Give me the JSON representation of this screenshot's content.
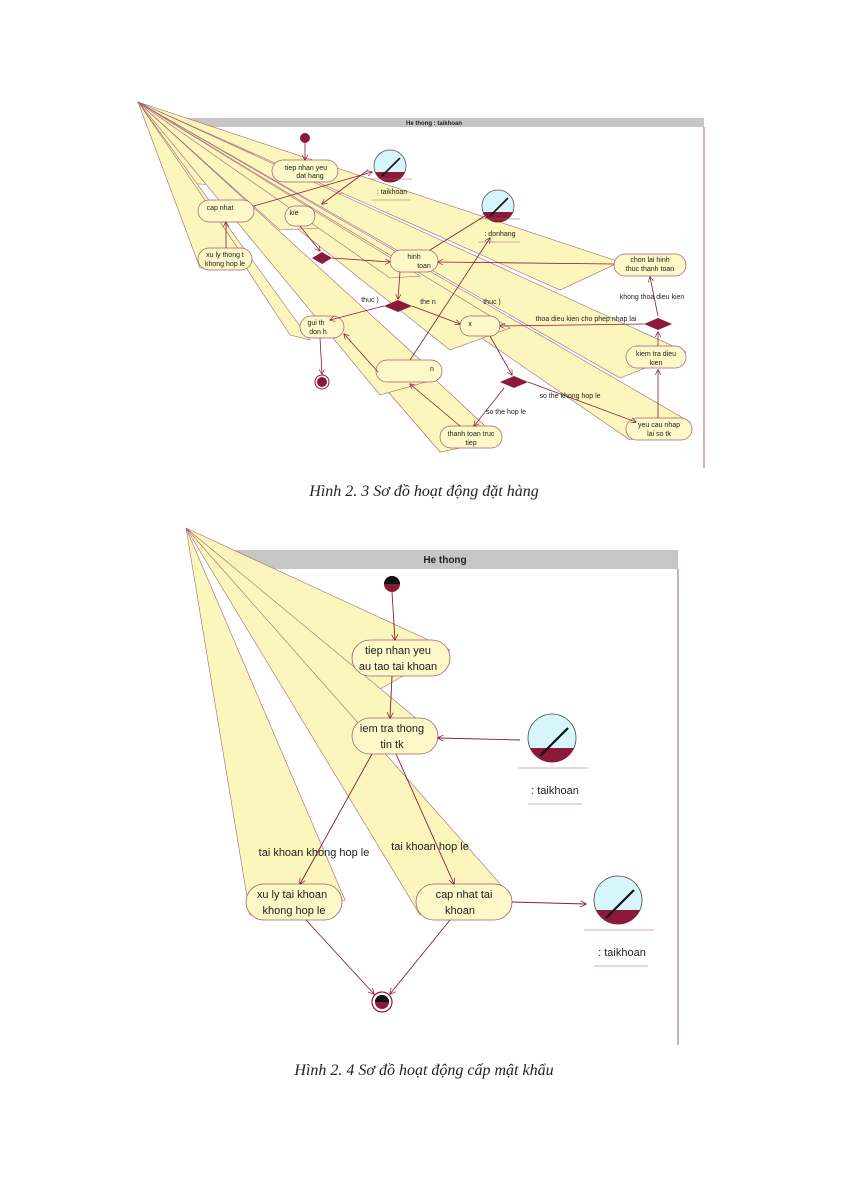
{
  "diagram1": {
    "swimlane_title": "He thong : taikhoan",
    "activities": {
      "tiep_nhan": [
        "tiep nhan yeu",
        "dat hang"
      ],
      "cap_nhat": "cap nhat",
      "kiem_tra_tt": "kie",
      "xu_ly": [
        "xu ly thong t",
        "khong hop le"
      ],
      "chon_hinh_thuc": [
        "hinh",
        "toan"
      ],
      "gui_don": [
        "gui th",
        "don h"
      ],
      "x_act": "x",
      "mid_act": "n",
      "thanh_toan_truc_tiep": [
        "thanh toan truc",
        "tiep"
      ],
      "chon_lai": [
        "chon lai hinh",
        "thuc thanh toan"
      ],
      "kiem_tra_dieu_kien": [
        "kiem tra dieu",
        "kien"
      ],
      "yeu_cau_nhap_lai": [
        "yeu cau nhap",
        "lai so tk"
      ]
    },
    "objects": {
      "taikhoan": ": taikhoan",
      "donhang": ": donhang"
    },
    "guards": {
      "khong_thoa": "khong thoa dieu kien",
      "thoa": "thoa dieu kien cho phep nhap lai",
      "so_the_khong_hop_le": "so the khong hop le",
      "so_the_hop_le": "so the hop le",
      "thuc_left": "thuc )",
      "the_n": "the n",
      "thuc_right": "thuc )"
    },
    "caption": "Hình 2. 3 Sơ đồ hoạt động đặt hàng"
  },
  "diagram2": {
    "swimlane_title": "He thong",
    "activities": {
      "tiep_nhan": [
        "tiep nhan yeu",
        "au tao tai khoan"
      ],
      "kiem_tra": [
        "iem tra thong",
        "tin tk"
      ],
      "xu_ly": [
        "xu ly tai khoan",
        "khong hop le"
      ],
      "cap_nhat": [
        "cap nhat tai",
        "khoan"
      ]
    },
    "objects": {
      "taikhoan_1": ": taikhoan",
      "taikhoan_2": ": taikhoan"
    },
    "guards": {
      "khong_hop_le": "tai khoan khong hop le",
      "hop_le": "tai khoan hop le"
    },
    "caption": "Hình 2. 4 Sơ đồ hoạt động cấp mật khẩu"
  },
  "colors": {
    "beam": "#fbf6b9",
    "beam_edge": "#a06070",
    "activity": "#fcf8c8",
    "lane_header": "#c6c6c6",
    "maroon": "#8b1a3a",
    "object_fill": "#d7f6fb"
  }
}
